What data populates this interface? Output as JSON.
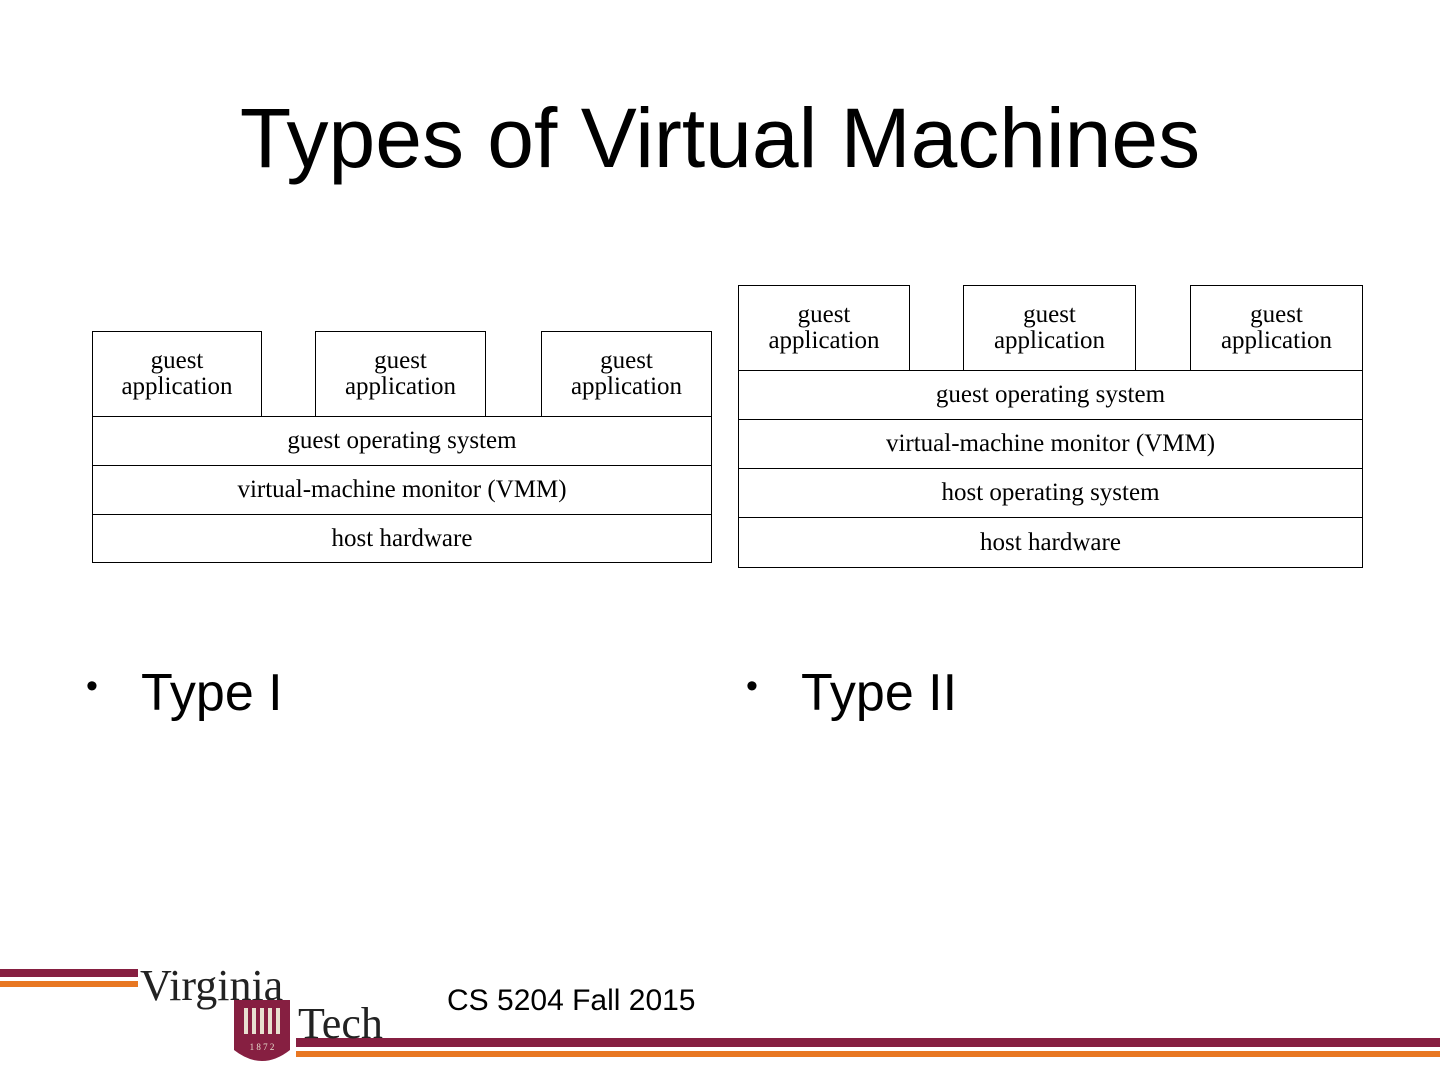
{
  "slide": {
    "title": "Types of Virtual Machines",
    "footer": "CS 5204 Fall 2015"
  },
  "type1": {
    "guest_apps": [
      {
        "line1": "guest",
        "line2": "application"
      },
      {
        "line1": "guest",
        "line2": "application"
      },
      {
        "line1": "guest",
        "line2": "application"
      }
    ],
    "layers": [
      "guest operating system",
      "virtual-machine monitor (VMM)",
      "host hardware"
    ],
    "bullet": "Type I"
  },
  "type2": {
    "guest_apps": [
      {
        "line1": "guest",
        "line2": "application"
      },
      {
        "line1": "guest",
        "line2": "application"
      },
      {
        "line1": "guest",
        "line2": "application"
      }
    ],
    "layers": [
      "guest operating system",
      "virtual-machine monitor (VMM)",
      "host operating system",
      "host hardware"
    ],
    "bullet": "Type II"
  },
  "logo": {
    "word1": "Virginia",
    "word2": "Tech",
    "year": "1 8 7 2"
  },
  "colors": {
    "maroon": "#861F41",
    "orange": "#E87722"
  },
  "bullet_symbol": "•"
}
